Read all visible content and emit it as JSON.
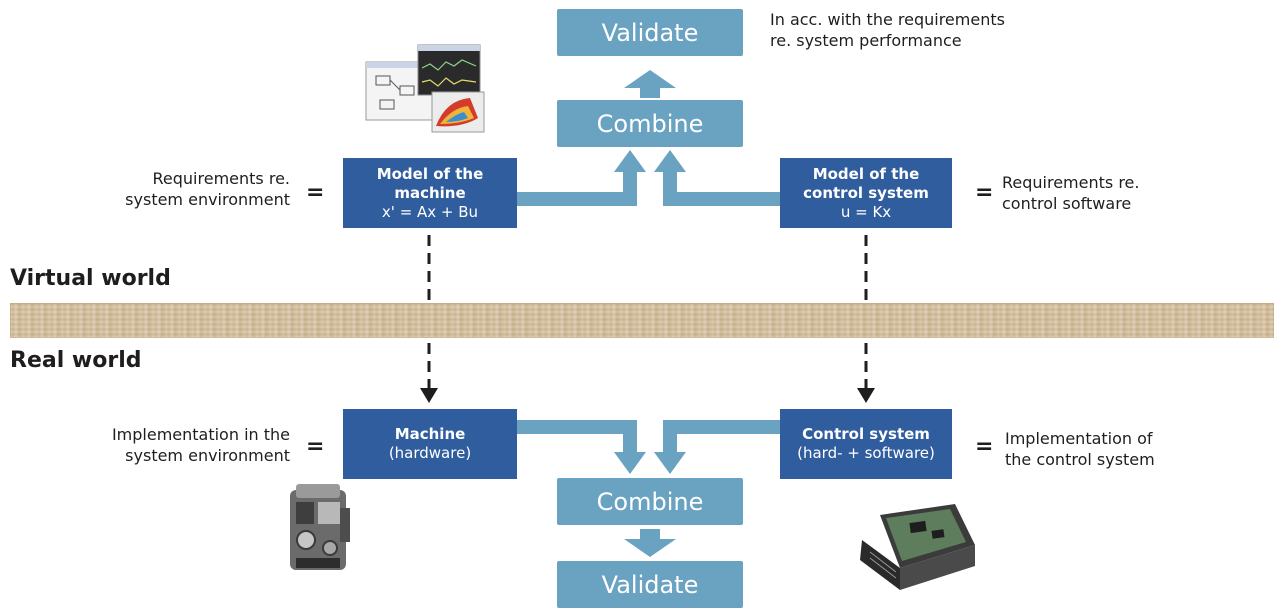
{
  "validate_top": "Validate",
  "validate_top_note": [
    "In acc. with the requirements",
    "re. system performance"
  ],
  "combine_top": "Combine",
  "model_machine": {
    "title_l1": "Model of the",
    "title_l2": "machine",
    "formula": "x' = Ax + Bu"
  },
  "model_control": {
    "title_l1": "Model of the",
    "title_l2": "control system",
    "formula": "u = Kx"
  },
  "left_top_note": [
    "Requirements re.",
    "system environment"
  ],
  "right_top_note": [
    "Requirements re.",
    "control software"
  ],
  "equals": "=",
  "virtual_world": "Virtual world",
  "real_world": "Real world",
  "machine": {
    "title": "Machine",
    "sub": "(hardware)"
  },
  "control_system": {
    "title": "Control system",
    "sub": "(hard- + software)"
  },
  "left_bottom_note": [
    "Implementation in the",
    "system environment"
  ],
  "right_bottom_note": [
    "Implementation of",
    "the control system"
  ],
  "combine_bottom": "Combine",
  "validate_bottom": "Validate",
  "colors": {
    "light_box": "#6aa2c2",
    "dark_box": "#2f5d9e",
    "arrow": "#6aa2c2",
    "band": "#d4bf9c"
  },
  "icons": [
    "simulation-screenshot-icon",
    "engine-photo-icon",
    "ecu-board-photo-icon"
  ]
}
